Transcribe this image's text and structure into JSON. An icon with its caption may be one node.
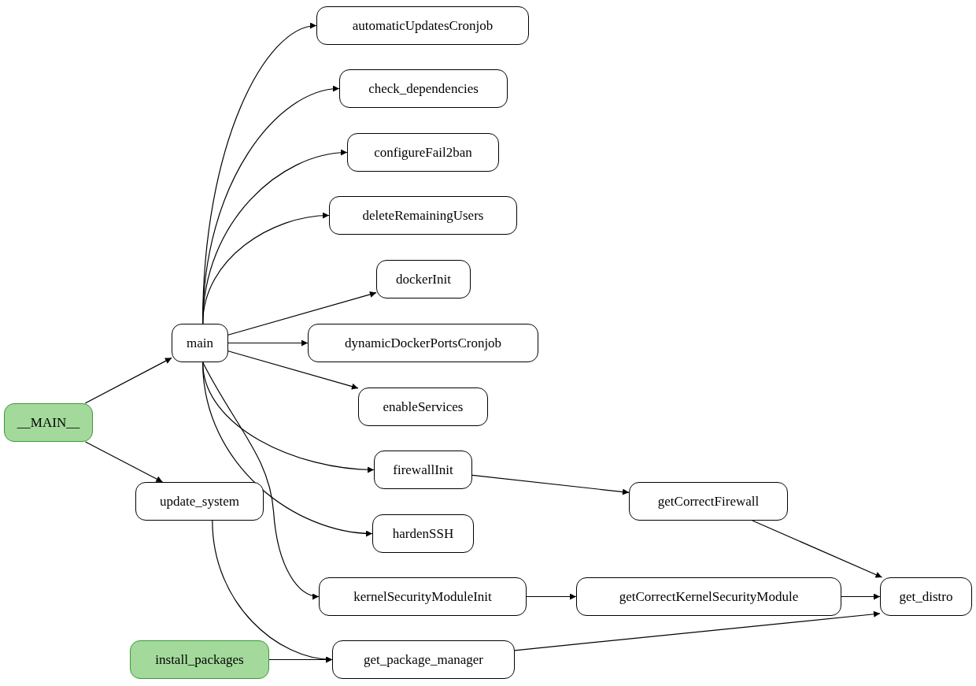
{
  "diagram": {
    "nodes": [
      {
        "text": [
          "__MAIN__"
        ]
      },
      {
        "text": [
          "main"
        ]
      },
      {
        "text": [
          "update_system"
        ]
      },
      {
        "text": [
          "install_packages"
        ]
      },
      {
        "text": [
          "automaticUpdatesCronjob"
        ]
      },
      {
        "text": [
          "check_dependencies"
        ]
      },
      {
        "text": [
          "configureFail2ban"
        ]
      },
      {
        "text": [
          "deleteRemainingUsers"
        ]
      },
      {
        "text": [
          "dockerInit"
        ]
      },
      {
        "text": [
          "dynamicDockerPortsCronjob"
        ]
      },
      {
        "text": [
          "enableServices"
        ]
      },
      {
        "text": [
          "firewallInit"
        ]
      },
      {
        "text": [
          "hardenSSH"
        ]
      },
      {
        "text": [
          "kernelSecurityModuleInit"
        ]
      },
      {
        "text": [
          "get_package_manager"
        ]
      },
      {
        "text": [
          "getCorrectFirewall"
        ]
      },
      {
        "text": [
          "getCorrectKernelSecurityModule"
        ]
      },
      {
        "text": [
          "get_distro"
        ]
      }
    ],
    "edges": [
      {
        "from": 0,
        "to": 1,
        "arrow": "to"
      },
      {
        "from": 0,
        "to": 2,
        "arrow": "to"
      },
      {
        "from": 1,
        "to": 4,
        "arrow": "to"
      },
      {
        "from": 1,
        "to": 5,
        "arrow": "to"
      },
      {
        "from": 1,
        "to": 6,
        "arrow": "to"
      },
      {
        "from": 1,
        "to": 7,
        "arrow": "to"
      },
      {
        "from": 1,
        "to": 8,
        "arrow": "to"
      },
      {
        "from": 1,
        "to": 9,
        "arrow": "to"
      },
      {
        "from": 1,
        "to": 10,
        "arrow": "to"
      },
      {
        "from": 1,
        "to": 11,
        "arrow": "to"
      },
      {
        "from": 1,
        "to": 12,
        "arrow": "to"
      },
      {
        "from": 1,
        "to": 13,
        "arrow": "to"
      },
      {
        "from": 2,
        "to": 14,
        "arrow": "to"
      },
      {
        "from": 3,
        "to": 14,
        "arrow": "to"
      },
      {
        "from": 11,
        "to": 15,
        "arrow": "to"
      },
      {
        "from": 13,
        "to": 16,
        "arrow": "to"
      },
      {
        "from": 15,
        "to": 17,
        "arrow": "to"
      },
      {
        "from": 16,
        "to": 17,
        "arrow": "to"
      },
      {
        "from": 14,
        "to": 17,
        "arrow": "to"
      }
    ]
  }
}
